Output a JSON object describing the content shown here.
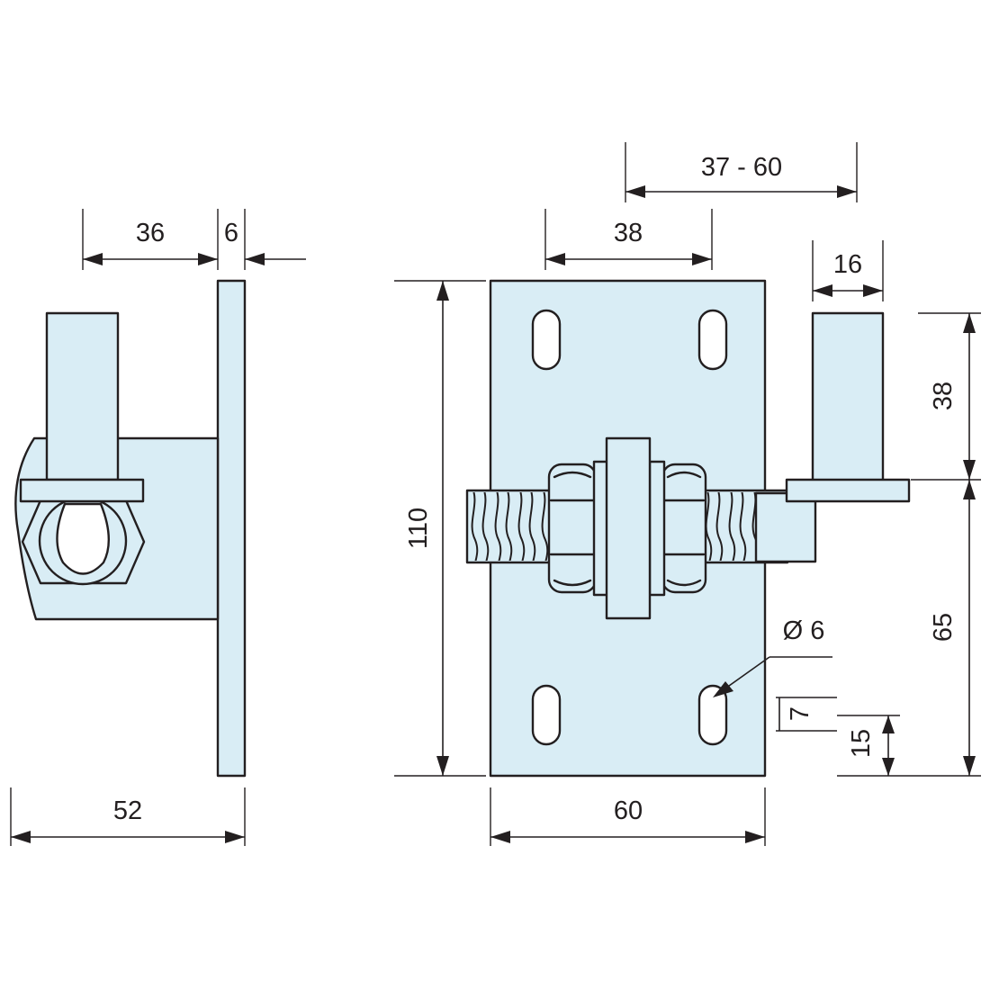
{
  "colors": {
    "metal_fill": "#d9edf5",
    "line": "#231f20",
    "background": "#ffffff"
  },
  "dimensions": {
    "side_hook_offset": "36",
    "side_plate_thickness": "6",
    "side_total_depth": "52",
    "adjust_range": "37 - 60",
    "hole_spacing": "38",
    "pin_diameter_width": "16",
    "pin_height": "38",
    "plate_height": "110",
    "pin_to_bottom": "65",
    "hole_diameter": "Ø 6",
    "slot_width": "7",
    "slot_edge": "15",
    "plate_width": "60"
  }
}
